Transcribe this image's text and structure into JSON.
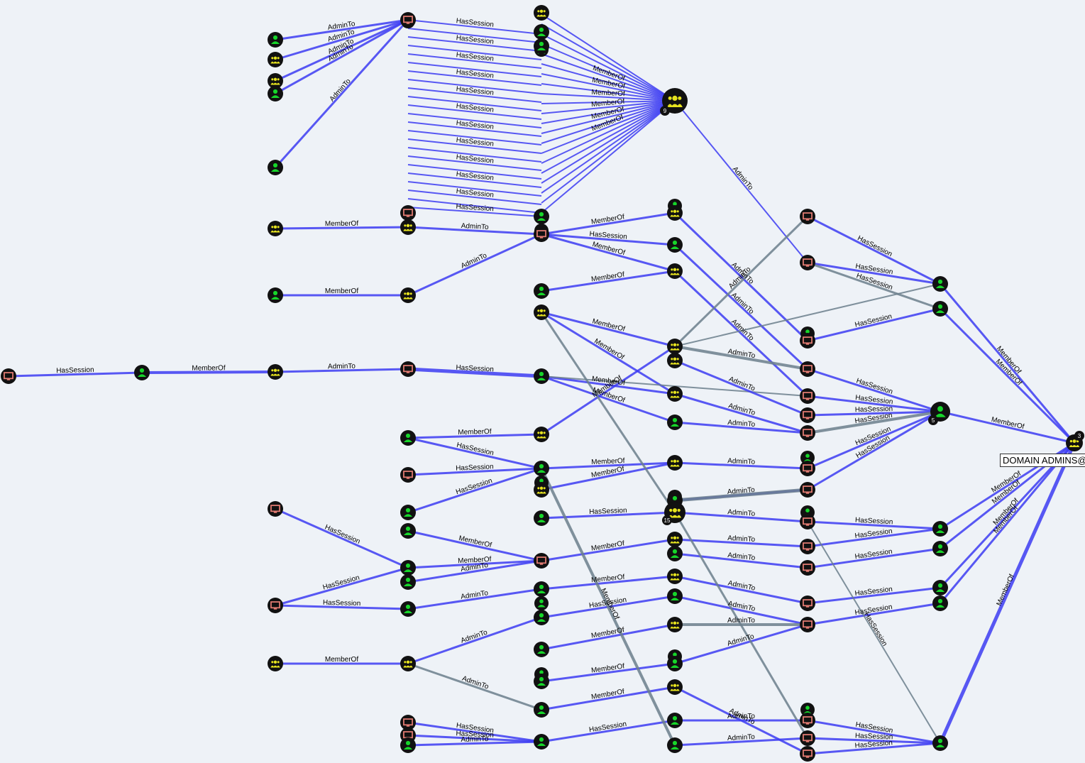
{
  "colors": {
    "background": "#eef2f7",
    "edge_primary": "#3c3cf2",
    "edge_secondary": "#6b7f8c",
    "user": "#17d62a",
    "group": "#e6e31f",
    "computer": "#e27b72",
    "node_ring": "#111111"
  },
  "icons": {
    "user": "user-icon",
    "group": "group-icon",
    "computer": "computer-icon"
  },
  "tooltip": {
    "text": "DOMAIN ADMINS@"
  },
  "badges": [
    "9",
    "5",
    "15",
    "3"
  ],
  "edge_labels": {
    "has_session": "HasSession",
    "member_of": "MemberOf",
    "admin_to": "AdminTo"
  }
}
